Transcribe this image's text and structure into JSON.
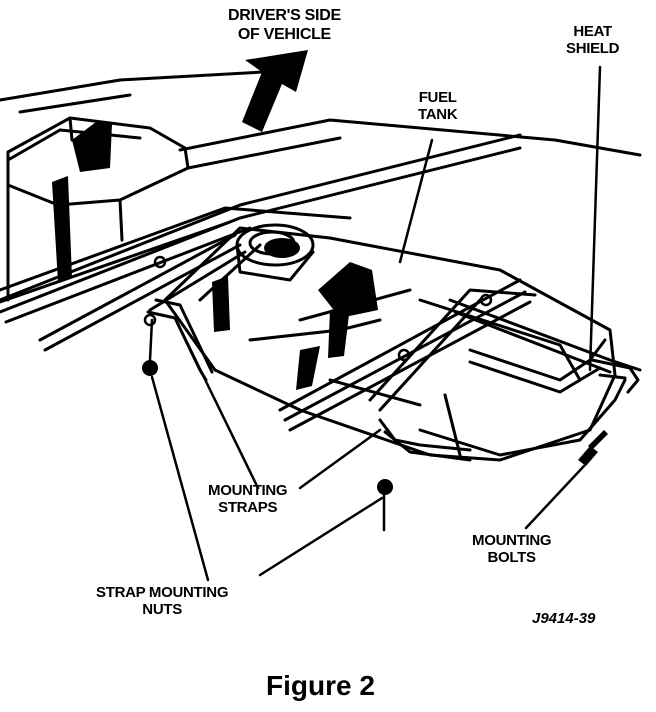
{
  "labels": {
    "drivers_side": [
      "DRIVER'S SIDE",
      "OF VEHICLE"
    ],
    "heat_shield": [
      "HEAT",
      "SHIELD"
    ],
    "fuel_tank": [
      "FUEL",
      "TANK"
    ],
    "mounting_straps": [
      "MOUNTING",
      "STRAPS"
    ],
    "mounting_bolts": [
      "MOUNTING",
      "BOLTS"
    ],
    "strap_mounting_nuts": [
      "STRAP MOUNTING",
      "NUTS"
    ]
  },
  "figure_code": "J9414-39",
  "caption": "Figure 2",
  "colors": {
    "ink": "#000000",
    "paper": "#ffffff"
  }
}
